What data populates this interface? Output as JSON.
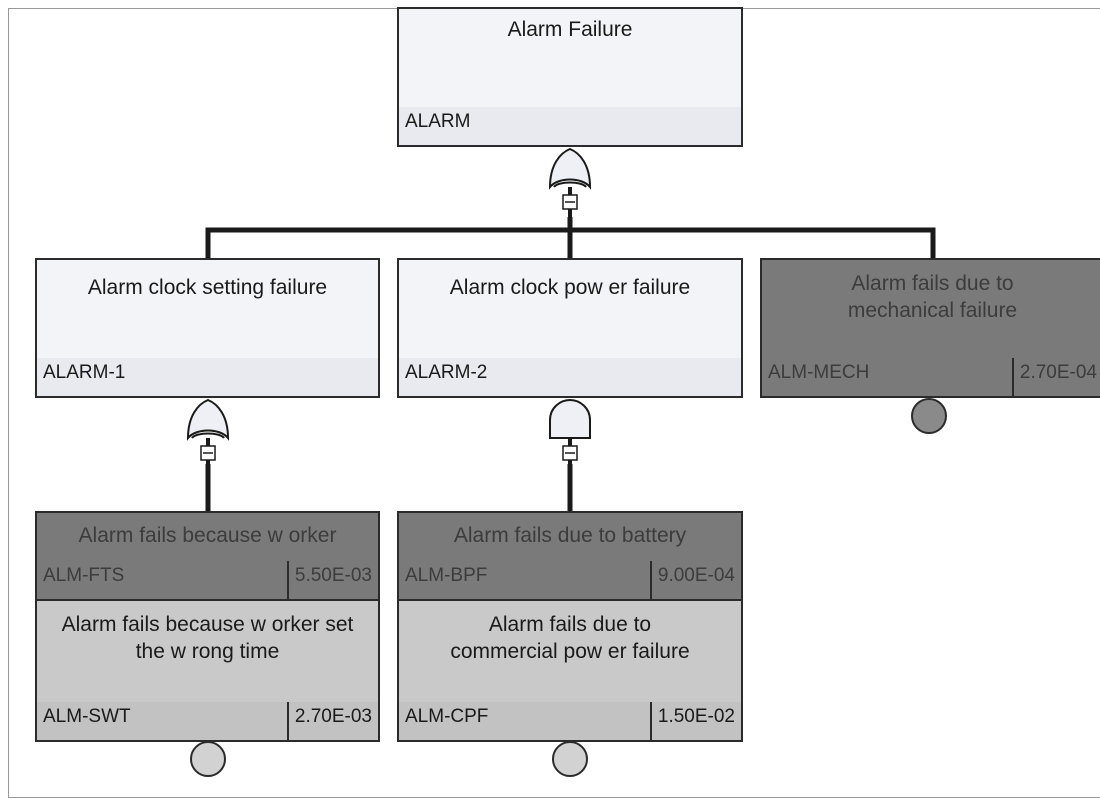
{
  "top": {
    "description": "Alarm Failure",
    "id": "ALARM"
  },
  "alarm_1": {
    "description": "Alarm clock setting failure",
    "id": "ALARM-1"
  },
  "alarm_2": {
    "description": "Alarm clock pow er failure",
    "id": "ALARM-2"
  },
  "alm_mech": {
    "description": "Alarm fails due to mechanical failure",
    "id": "ALM-MECH",
    "probability": "2.70E-04"
  },
  "alm_fts": {
    "description": "Alarm fails because w orker",
    "id": "ALM-FTS",
    "probability": "5.50E-03"
  },
  "alm_swt": {
    "description": "Alarm fails because w orker set the w rong time",
    "id": "ALM-SWT",
    "probability": "2.70E-03"
  },
  "alm_bpf": {
    "description": "Alarm fails due to battery",
    "id": "ALM-BPF",
    "probability": "9.00E-04"
  },
  "alm_cpf": {
    "description": "Alarm fails due to commercial pow er failure",
    "id": "ALM-CPF",
    "probability": "1.50E-02"
  },
  "colors": {
    "light_node": "#eef0f5",
    "dark_node": "#767676",
    "mid_node": "#c8c8c8",
    "line": "#1a1a1a"
  },
  "gates": {
    "top_gate": "or-gate-icon",
    "alarm_1_gate": "or-gate-icon",
    "alarm_2_gate": "and-gate-icon"
  }
}
